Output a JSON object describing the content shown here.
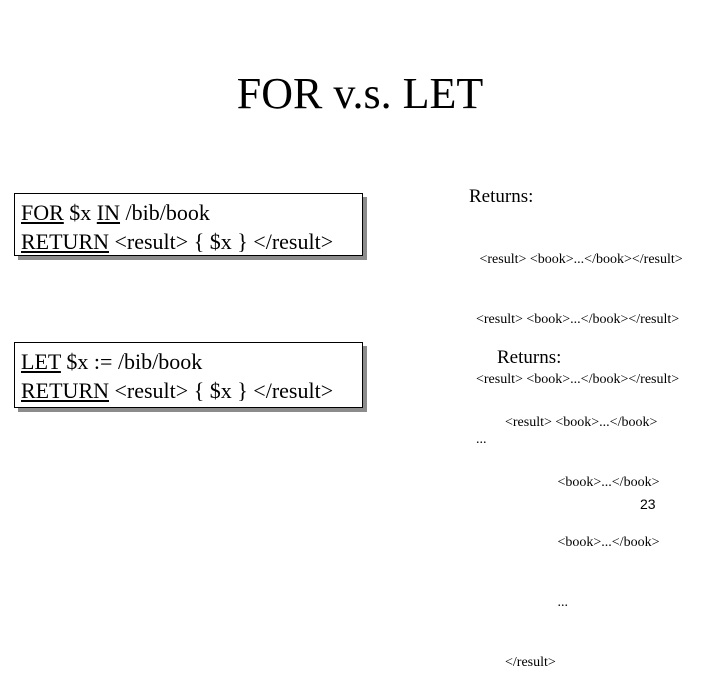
{
  "title": "FOR v.s. LET",
  "for_query": {
    "line1": {
      "kw_for": "FOR",
      "var": " $x ",
      "kw_in": "IN",
      "path": " /bib/book"
    },
    "line2": {
      "kw_return": "RETURN",
      "rest": " <result> { $x } </result>"
    }
  },
  "let_query": {
    "line1": {
      "kw_let": "LET",
      "rest": " $x := /bib/book"
    },
    "line2": {
      "kw_return": "RETURN",
      "rest": " <result> { $x } </result>"
    }
  },
  "for_returns": {
    "label": "Returns:",
    "lines": [
      " <result> <book>...</book></result>",
      "<result> <book>...</book></result>",
      "<result> <book>...</book></result>",
      "..."
    ]
  },
  "let_returns": {
    "label": "Returns:",
    "lines": [
      "<result> <book>...</book>",
      "               <book>...</book>",
      "               <book>...</book>",
      "               ...",
      "</result>"
    ]
  },
  "page_number": "23"
}
